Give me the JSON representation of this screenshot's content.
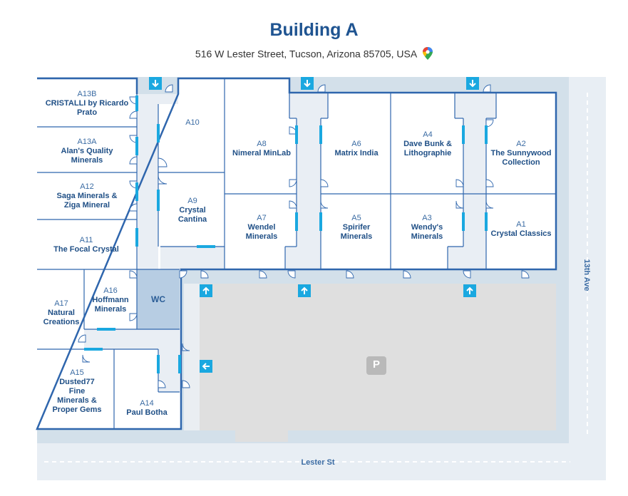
{
  "header": {
    "title": "Building A",
    "address": "516 W Lester Street, Tucson, Arizona 85705, USA",
    "map_pin_icon": "google-maps-pin-icon"
  },
  "units": [
    {
      "id": "A13B",
      "name": "CRISTALLI by Ricardo Prato"
    },
    {
      "id": "A13A",
      "name": "Alan's Quality Minerals"
    },
    {
      "id": "A12",
      "name": "Saga Minerals & Ziga Mineral"
    },
    {
      "id": "A11",
      "name": "The Focal Crystal"
    },
    {
      "id": "A10",
      "name": ""
    },
    {
      "id": "A9",
      "name": "Crystal Cantina"
    },
    {
      "id": "A8",
      "name": "Nimeral MinLab"
    },
    {
      "id": "A7",
      "name": "Wendel Minerals"
    },
    {
      "id": "A6",
      "name": "Matrix India"
    },
    {
      "id": "A5",
      "name": "Spirifer Minerals"
    },
    {
      "id": "A4",
      "name": "Dave Bunk & Lithographie"
    },
    {
      "id": "A3",
      "name": "Wendy's Minerals"
    },
    {
      "id": "A2",
      "name": "The Sunnywood Collection"
    },
    {
      "id": "A1",
      "name": "Crystal Classics"
    },
    {
      "id": "A17",
      "name": "Natural Creations"
    },
    {
      "id": "A16",
      "name": "Hoffmann Minerals"
    },
    {
      "id": "A15",
      "name": "Dusted77 Fine Minerals & Proper Gems"
    },
    {
      "id": "A14",
      "name": "Paul Botha"
    }
  ],
  "facilities": {
    "wc": "WC",
    "parking": "P"
  },
  "streets": {
    "south": "Lester St",
    "east": "13th Ave"
  },
  "colors": {
    "title": "#1f5491",
    "wall": "#2f66ad",
    "corridor": "#e9eef4",
    "street": "#e6ecf2",
    "parking": "#dedede",
    "door": "#1aa8e0"
  }
}
